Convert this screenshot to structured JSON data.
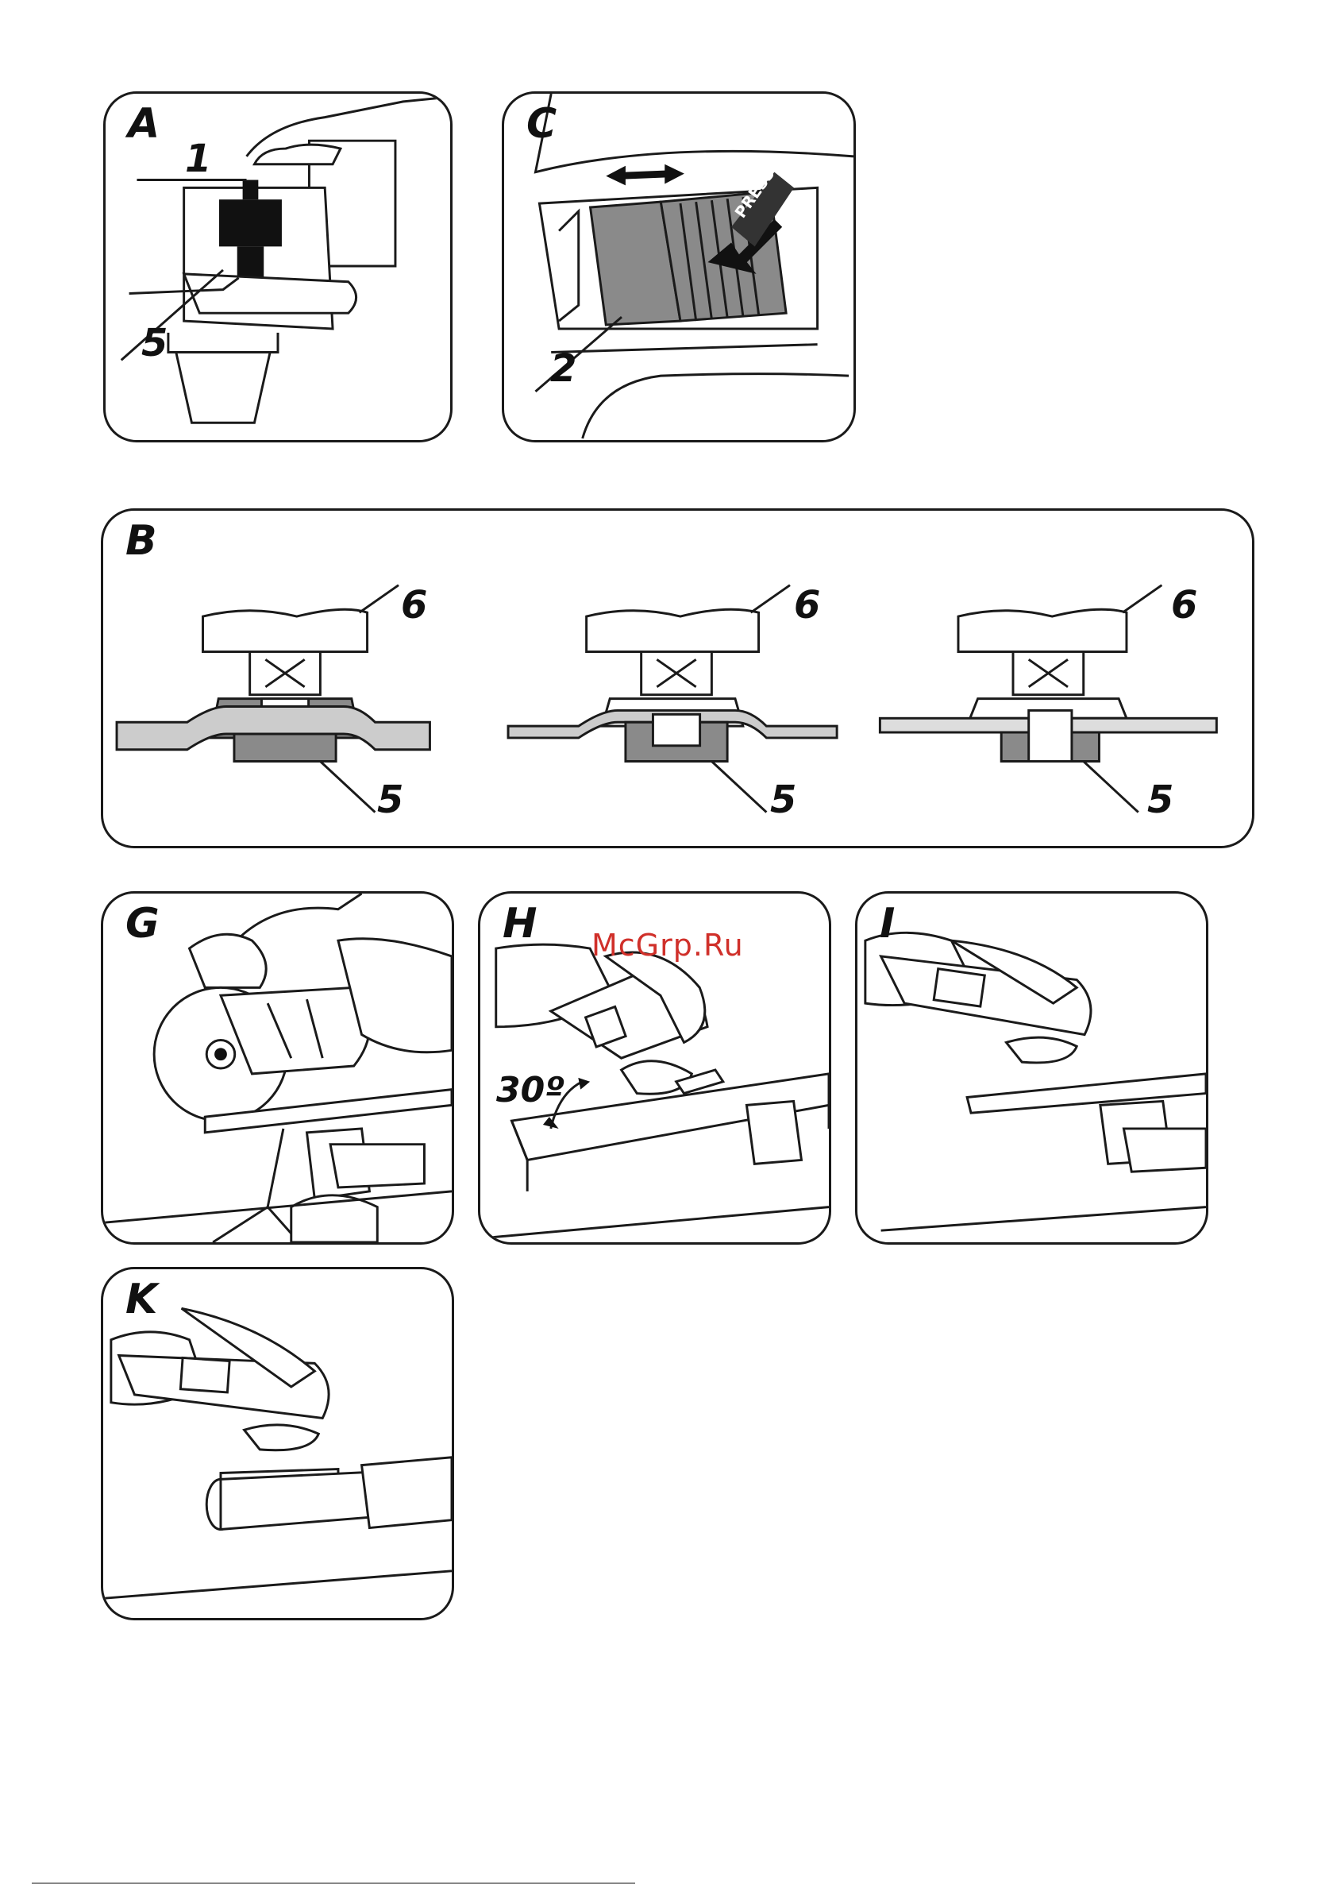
{
  "panels": {
    "A": {
      "label": "A",
      "callouts": [
        "1",
        "5"
      ]
    },
    "C": {
      "label": "C",
      "callouts": [
        "2"
      ],
      "press": "PRESS"
    },
    "B": {
      "label": "B",
      "callouts": [
        "6",
        "5",
        "6",
        "5",
        "6",
        "5"
      ]
    },
    "G": {
      "label": "G"
    },
    "H": {
      "label": "H",
      "angle": "30º"
    },
    "I": {
      "label": "I"
    },
    "K": {
      "label": "K"
    }
  },
  "watermark": "McGrp.Ru",
  "colors": {
    "stroke": "#1a1a1a",
    "accent": "#d0302a",
    "shade": "#777777"
  }
}
